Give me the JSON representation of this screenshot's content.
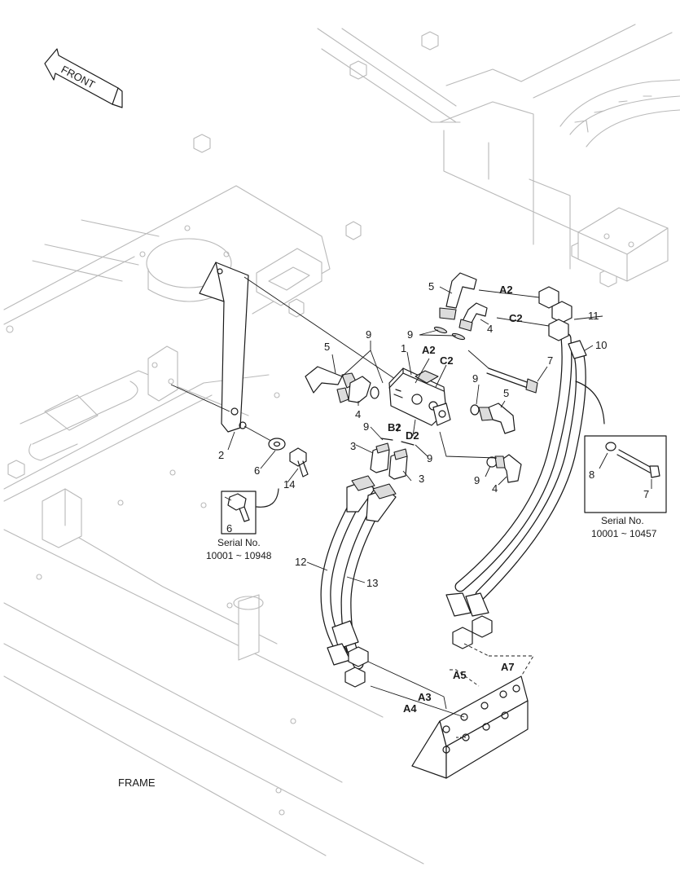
{
  "front_label": "FRONT",
  "frame_label": "FRAME",
  "part_numbers": {
    "p1": "1",
    "p2": "2",
    "p3a": "3",
    "p3b": "3",
    "p4a": "4",
    "p4b": "4",
    "p4c": "4",
    "p5a": "5",
    "p5b": "5",
    "p5c": "5",
    "p6a": "6",
    "p6b": "6",
    "p7a": "7",
    "p7b": "7",
    "p8": "8",
    "p9a": "9",
    "p9b": "9",
    "p9c": "9",
    "p9d": "9",
    "p9e": "9",
    "p9f": "9",
    "p10": "10",
    "p11": "11",
    "p12": "12",
    "p13": "13",
    "p14": "14"
  },
  "port_labels": {
    "a2_top": "A2",
    "c2_top": "C2",
    "a2_valve": "A2",
    "c2_valve": "C2",
    "b2": "B2",
    "d2": "D2",
    "a3": "A3",
    "a4": "A4",
    "a5": "A5",
    "a7": "A7"
  },
  "insets": {
    "left": {
      "serial_label": "Serial No.",
      "serial_range": "10001 ~ 10948"
    },
    "right": {
      "serial_label": "Serial No.",
      "serial_range": "10001 ~ 10457"
    }
  }
}
